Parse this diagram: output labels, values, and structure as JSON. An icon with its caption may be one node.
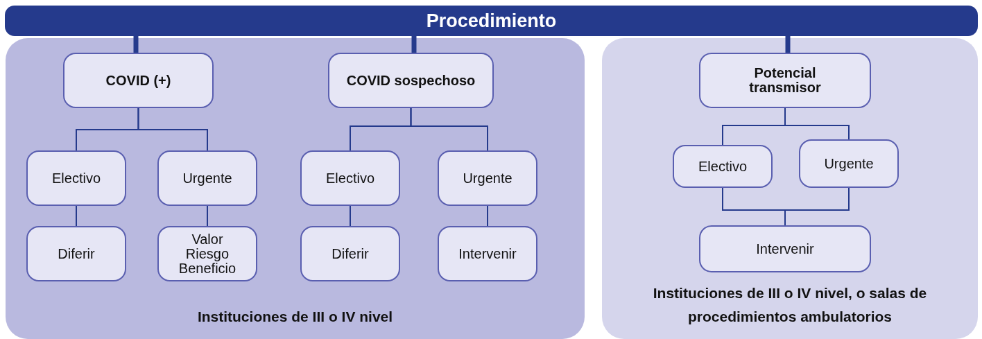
{
  "diagram": {
    "nodes": [
      {
        "text": [
          "Procedimiento"
        ]
      },
      {
        "text": [
          "Instituciones de III o IV nivel"
        ]
      },
      {
        "text": [
          "COVID (+)"
        ],
        "in": 1
      },
      {
        "text": [
          "COVID sospechoso"
        ],
        "in": 1
      },
      {
        "text": [
          "Electivo"
        ],
        "in": 1
      },
      {
        "text": [
          "Urgente"
        ],
        "in": 1
      },
      {
        "text": [
          "Diferir"
        ],
        "in": 1
      },
      {
        "text": [
          "Valor Riesgo Beneficio"
        ],
        "in": 1
      },
      {
        "text": [
          "Electivo"
        ],
        "in": 1
      },
      {
        "text": [
          "Urgente"
        ],
        "in": 1
      },
      {
        "text": [
          "Diferir"
        ],
        "in": 1
      },
      {
        "text": [
          "Intervenir"
        ],
        "in": 1
      },
      {
        "text": [
          "Instituciones de III o IV nivel, o salas de procedimientos ambulatorios"
        ]
      },
      {
        "text": [
          "Potencial transmisor"
        ],
        "in": 12
      },
      {
        "text": [
          "Electivo"
        ],
        "in": 12
      },
      {
        "text": [
          "Urgente"
        ],
        "in": 12
      },
      {
        "text": [
          "Intervenir"
        ],
        "in": 12
      }
    ],
    "edges": [
      {
        "from": 0,
        "to": 2,
        "arrow": "none",
        "style": "thick"
      },
      {
        "from": 0,
        "to": 3,
        "arrow": "none",
        "style": "thick"
      },
      {
        "from": 0,
        "to": 13,
        "arrow": "none",
        "style": "thick"
      },
      {
        "from": 2,
        "to": 4,
        "arrow": "none"
      },
      {
        "from": 2,
        "to": 5,
        "arrow": "none"
      },
      {
        "from": 4,
        "to": 6,
        "arrow": "none"
      },
      {
        "from": 5,
        "to": 7,
        "arrow": "none"
      },
      {
        "from": 3,
        "to": 8,
        "arrow": "none"
      },
      {
        "from": 3,
        "to": 9,
        "arrow": "none"
      },
      {
        "from": 8,
        "to": 10,
        "arrow": "none"
      },
      {
        "from": 9,
        "to": 11,
        "arrow": "none"
      },
      {
        "from": 13,
        "to": 14,
        "arrow": "none"
      },
      {
        "from": 13,
        "to": 15,
        "arrow": "none"
      },
      {
        "from": 14,
        "to": 16,
        "arrow": "none"
      },
      {
        "from": 15,
        "to": 16,
        "arrow": "none"
      }
    ]
  }
}
